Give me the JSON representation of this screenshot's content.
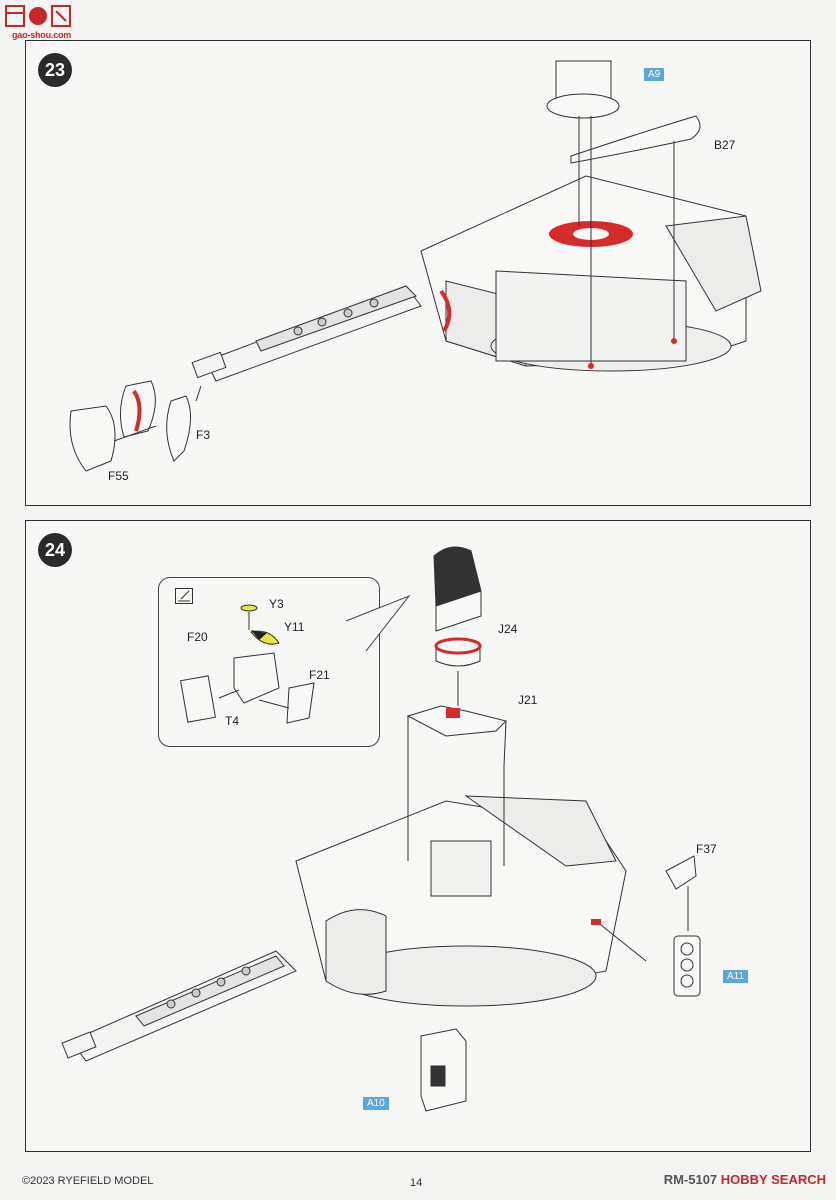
{
  "watermark": {
    "text": "gao-shou.com"
  },
  "step23": {
    "number": "23",
    "labels": {
      "a9": "A9",
      "b27": "B27",
      "f3": "F3",
      "f55": "F55"
    }
  },
  "step24": {
    "number": "24",
    "labels": {
      "y3": "Y3",
      "y11": "Y11",
      "f20": "F20",
      "f21": "F21",
      "t4": "T4",
      "j24": "J24",
      "j21": "J21",
      "f37": "F37",
      "a11": "A11",
      "a10": "A10"
    }
  },
  "footer": {
    "copyright": "©2023 RYEFIELD MODEL",
    "page_number": "14",
    "product_code": "RM-5107",
    "search_logo": "HOBBY SEARCH"
  },
  "colors": {
    "accent_red": "#d62b2b",
    "badge_blue": "#5ba7dc",
    "highlight_yellow": "#e8e24a"
  }
}
